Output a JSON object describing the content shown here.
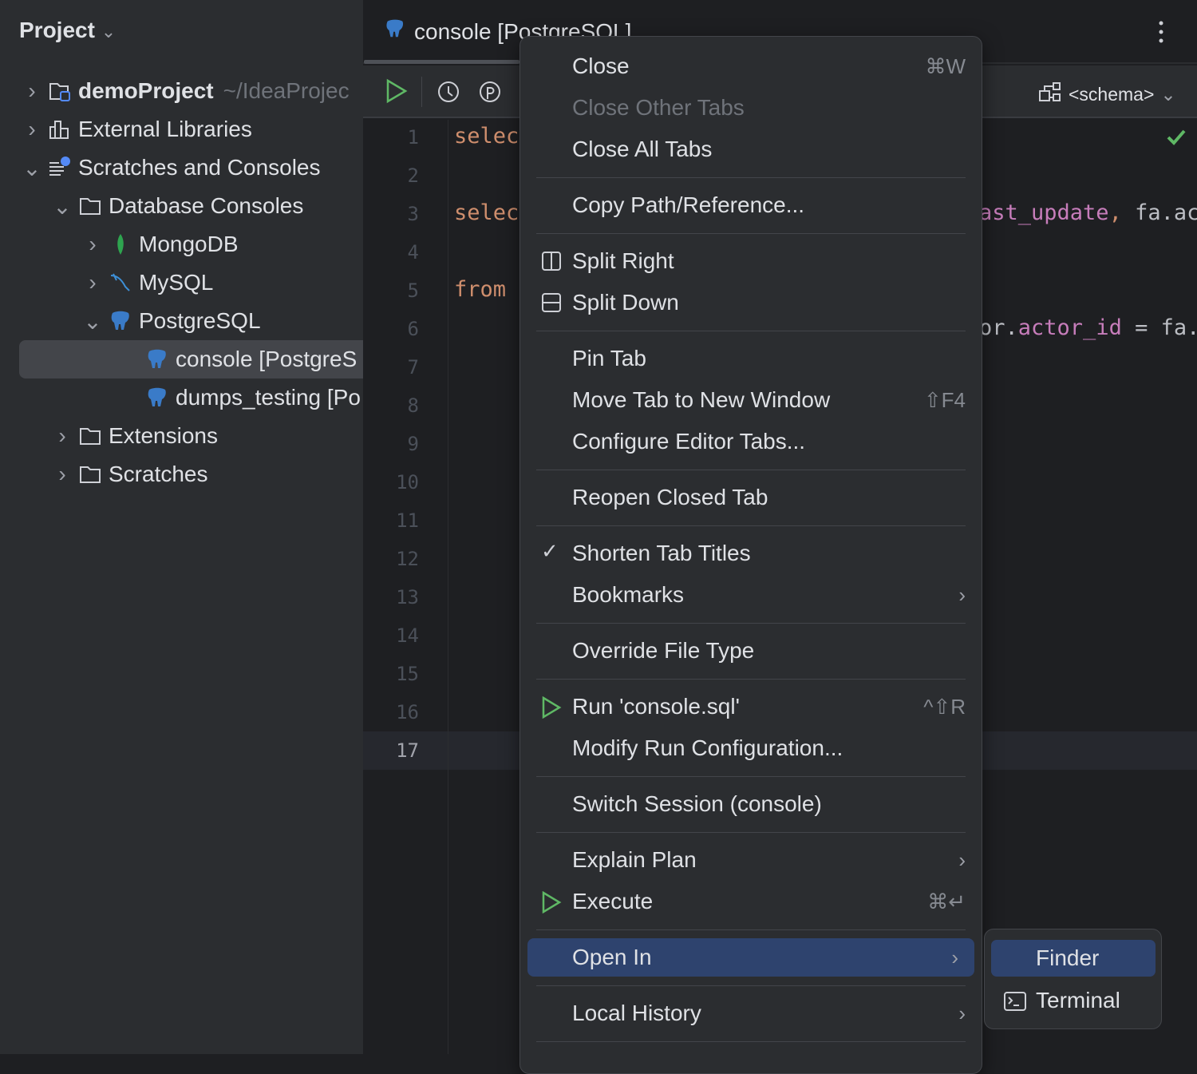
{
  "sidebar": {
    "title": "Project",
    "tree": [
      {
        "label": "demoProject",
        "path": "~/IdeaProjec",
        "icon": "project-folder-icon"
      },
      {
        "label": "External Libraries",
        "icon": "library-icon"
      },
      {
        "label": "Scratches and Consoles",
        "icon": "scratches-icon"
      },
      {
        "label": "Database Consoles",
        "icon": "folder-icon"
      },
      {
        "label": "MongoDB",
        "icon": "mongodb-icon"
      },
      {
        "label": "MySQL",
        "icon": "mysql-icon"
      },
      {
        "label": "PostgreSQL",
        "icon": "postgresql-icon"
      },
      {
        "label": "console [PostgreS",
        "icon": "postgresql-icon"
      },
      {
        "label": "dumps_testing [Po",
        "icon": "postgresql-icon"
      },
      {
        "label": "Extensions",
        "icon": "folder-icon"
      },
      {
        "label": "Scratches",
        "icon": "folder-icon"
      }
    ]
  },
  "editor": {
    "tab_label": "console [PostgreSQL]",
    "schema_label": "<schema>",
    "line_numbers": [
      "1",
      "2",
      "3",
      "4",
      "5",
      "6",
      "7",
      "8",
      "9",
      "10",
      "11",
      "12",
      "13",
      "14",
      "15",
      "16",
      "17"
    ],
    "code": {
      "l1": "selec",
      "l3": "selec",
      "l5": "from",
      "r3a": "ast_update",
      ",": ",",
      "r3b": " fa.act",
      "r6a": "or.",
      "r6b": "actor_id",
      "r6c": " = fa.a"
    }
  },
  "menu": {
    "items": [
      {
        "label": "Close",
        "shortcut": "⌘W"
      },
      {
        "label": "Close Other Tabs",
        "disabled": true
      },
      {
        "label": "Close All Tabs"
      },
      {
        "label": "Copy Path/Reference..."
      },
      {
        "label": "Split Right",
        "icon": "split-right-icon"
      },
      {
        "label": "Split Down",
        "icon": "split-down-icon"
      },
      {
        "label": "Pin Tab"
      },
      {
        "label": "Move Tab to New Window",
        "shortcut": "⇧F4"
      },
      {
        "label": "Configure Editor Tabs..."
      },
      {
        "label": "Reopen Closed Tab"
      },
      {
        "label": "Shorten Tab Titles",
        "checked": true
      },
      {
        "label": "Bookmarks",
        "submenu": true
      },
      {
        "label": "Override File Type"
      },
      {
        "label": "Run 'console.sql'",
        "shortcut": "^⇧R",
        "icon": "run-icon"
      },
      {
        "label": "Modify Run Configuration..."
      },
      {
        "label": "Switch Session (console)"
      },
      {
        "label": "Explain Plan",
        "submenu": true
      },
      {
        "label": "Execute",
        "shortcut": "⌘↵",
        "icon": "run-icon"
      },
      {
        "label": "Open In",
        "submenu": true,
        "highlighted": true
      },
      {
        "label": "Local History",
        "submenu": true
      }
    ],
    "arrow": "›",
    "check": "✓"
  },
  "submenu": {
    "items": [
      {
        "label": "Finder",
        "highlighted": true
      },
      {
        "label": "Terminal",
        "icon": "terminal-icon"
      }
    ]
  },
  "colors": {
    "accent": "#2e436e",
    "run": "#5fb865",
    "keyword": "#cf8e6d",
    "identifier": "#c77dbb",
    "ok": "#5fb865"
  }
}
